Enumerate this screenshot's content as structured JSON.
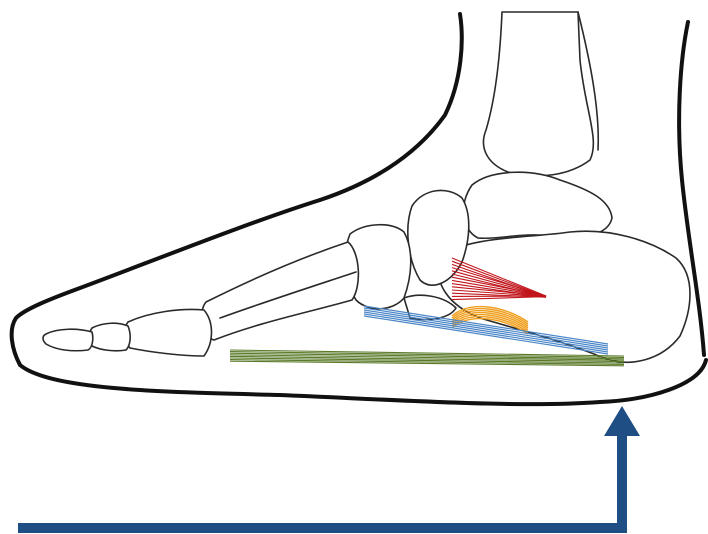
{
  "figure": {
    "background": "#ffffff",
    "outline_color": "#111111",
    "bone_stroke_color": "#2a2a2a",
    "ligaments": [
      {
        "name": "red-ligament",
        "color": "#c0151b"
      },
      {
        "name": "orange-ligament",
        "color": "#f0a020"
      },
      {
        "name": "blue-ligament",
        "color": "#4a86c8"
      },
      {
        "name": "green-ligament",
        "color": "#5b7a2a"
      }
    ],
    "arrow": {
      "color": "#1f4e85",
      "direction": "up",
      "icon": "arrow-up-icon"
    }
  }
}
